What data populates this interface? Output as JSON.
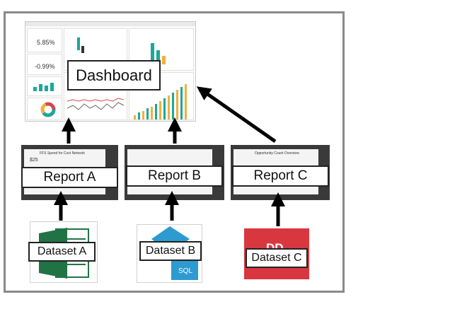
{
  "dashboard": {
    "label": "Dashboard",
    "kpi_1": "5.85%",
    "kpi_2": "-0.99%"
  },
  "reports": [
    {
      "label": "Report A",
      "kpi": "$25",
      "header": "FFS Spend for Cost Network"
    },
    {
      "label": "Report B"
    },
    {
      "label": "Report C",
      "header": "Opportunity Count Overview"
    }
  ],
  "datasets": [
    {
      "label": "Dataset A",
      "source": "excel",
      "color": "#217346"
    },
    {
      "label": "Dataset B",
      "source": "sql",
      "icon_text": "SQL",
      "color": "#2e9ad0"
    },
    {
      "label": "Dataset C",
      "source": "ppt",
      "icon_text": "DD",
      "color": "#d9373f"
    }
  ]
}
